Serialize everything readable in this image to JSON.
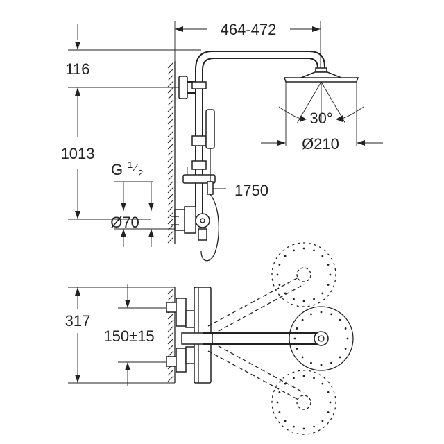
{
  "diagram": {
    "labels": {
      "width_range": "464-472",
      "height_top": "116",
      "height_total": "1013",
      "thread": "G",
      "thread_num": "1",
      "thread_den": "2",
      "diameter_inlet": "Ø70",
      "hose_length": "1750",
      "spray_angle": "30°",
      "head_diameter": "Ø210",
      "depth": "317",
      "centers": "150±15"
    }
  }
}
